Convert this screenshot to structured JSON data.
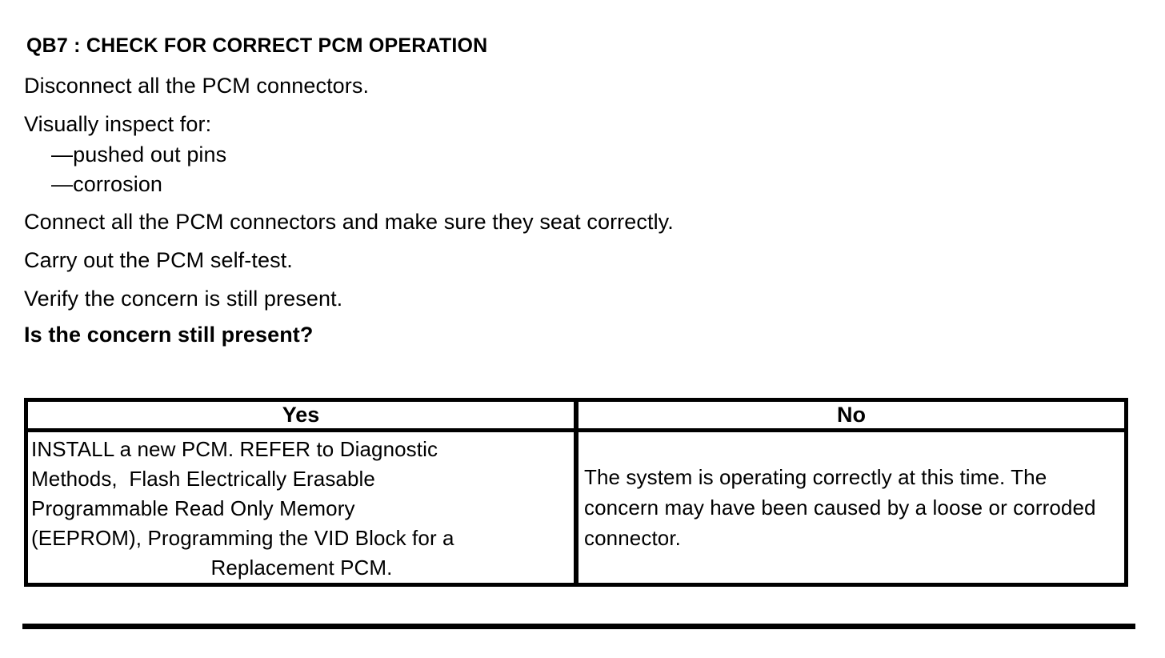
{
  "document": {
    "heading": "QB7 : CHECK FOR CORRECT PCM OPERATION",
    "steps": [
      {
        "text": "Disconnect all the PCM connectors.",
        "style": "normal"
      },
      {
        "text": "Visually inspect for:",
        "style": "normal"
      },
      {
        "text": "—pushed out pins",
        "style": "indent"
      },
      {
        "text": "—corrosion",
        "style": "indent"
      },
      {
        "text": "Connect all the PCM connectors and make sure they seat correctly.",
        "style": "normal"
      },
      {
        "text": "Carry out the PCM self-test.",
        "style": "normal"
      },
      {
        "text": "Verify the concern is still present.",
        "style": "normal"
      },
      {
        "text": "Is the concern still present?",
        "style": "bold-question"
      }
    ],
    "results_table": {
      "headers": {
        "yes": "Yes",
        "no": "No"
      },
      "yes_lines": [
        "INSTALL a new PCM. REFER to Diagnostic",
        "Methods,  Flash Electrically Erasable",
        "Programmable Read Only Memory",
        "(EEPROM), Programming the VID Block for a",
        "Replacement PCM."
      ],
      "no_text": "The system is operating correctly at this time. The concern may have been caused by a loose or corroded connector."
    },
    "colors": {
      "text": "#000000",
      "background": "#ffffff",
      "border": "#000000"
    }
  }
}
